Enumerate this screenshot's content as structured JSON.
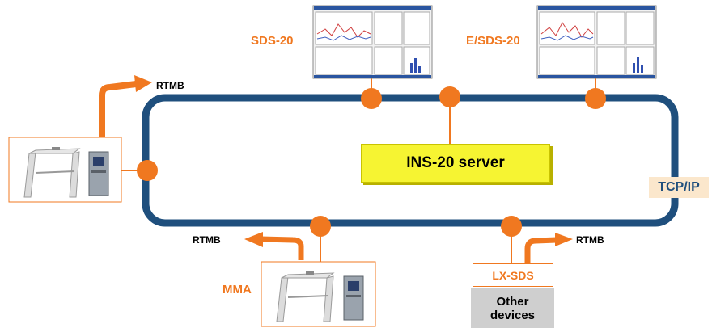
{
  "server": {
    "label": "INS-20 server"
  },
  "network": {
    "label": "TCP/IP"
  },
  "workstations": [
    {
      "label": "SDS-20"
    },
    {
      "label": "E/SDS-20"
    }
  ],
  "devices": {
    "mma_label": "MMA",
    "lxsds_label": "LX-SDS",
    "other_line1": "Other",
    "other_line2": "devices"
  },
  "outputs": {
    "rtmb_top_left": "RTMB",
    "rtmb_bottom_left": "RTMB",
    "rtmb_bottom_right": "RTMB"
  },
  "colors": {
    "ring": "#1f4f7d",
    "node": "#f07820",
    "label_orange": "#f07820",
    "server_fill": "#f6f432",
    "tcp_fill": "#fbe7cc",
    "other_fill": "#cfcfcf"
  }
}
